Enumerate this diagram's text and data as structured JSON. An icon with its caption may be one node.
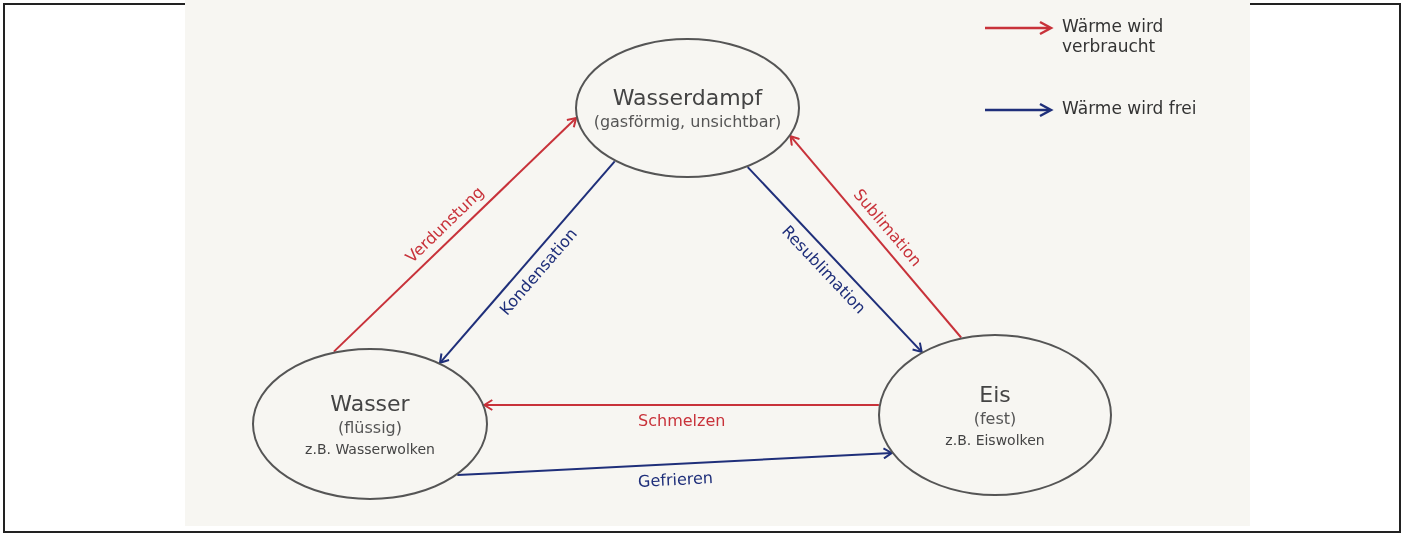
{
  "diagram": {
    "nodes": [
      {
        "text": [
          "Wasserdampf",
          "(gasförmig, unsichtbar)"
        ]
      },
      {
        "text": [
          "Wasser",
          "(flüssig)",
          "z.B. Wasserwolken"
        ]
      },
      {
        "text": [
          "Eis",
          "(fest)",
          "z.B. Eiswolken"
        ]
      }
    ],
    "edges": [
      {
        "from": 1,
        "to": 0,
        "arrow": "to",
        "label": "Verdunstung",
        "color": "#c8323a"
      },
      {
        "from": 0,
        "to": 1,
        "arrow": "to",
        "label": "Kondensation",
        "color": "#1f2f7a"
      },
      {
        "from": 0,
        "to": 2,
        "arrow": "to",
        "label": "Resublimation",
        "color": "#1f2f7a"
      },
      {
        "from": 2,
        "to": 0,
        "arrow": "to",
        "label": "Sublimation",
        "color": "#c8323a"
      },
      {
        "from": 2,
        "to": 1,
        "arrow": "to",
        "label": "Schmelzen",
        "color": "#c8323a"
      },
      {
        "from": 1,
        "to": 2,
        "arrow": "to",
        "label": "Gefrieren",
        "color": "#1f2f7a"
      }
    ],
    "legend": [
      {
        "text": "Wärme wird verbraucht",
        "color": "#c8323a"
      },
      {
        "text": "Wärme wird frei",
        "color": "#1f2f7a"
      }
    ]
  }
}
